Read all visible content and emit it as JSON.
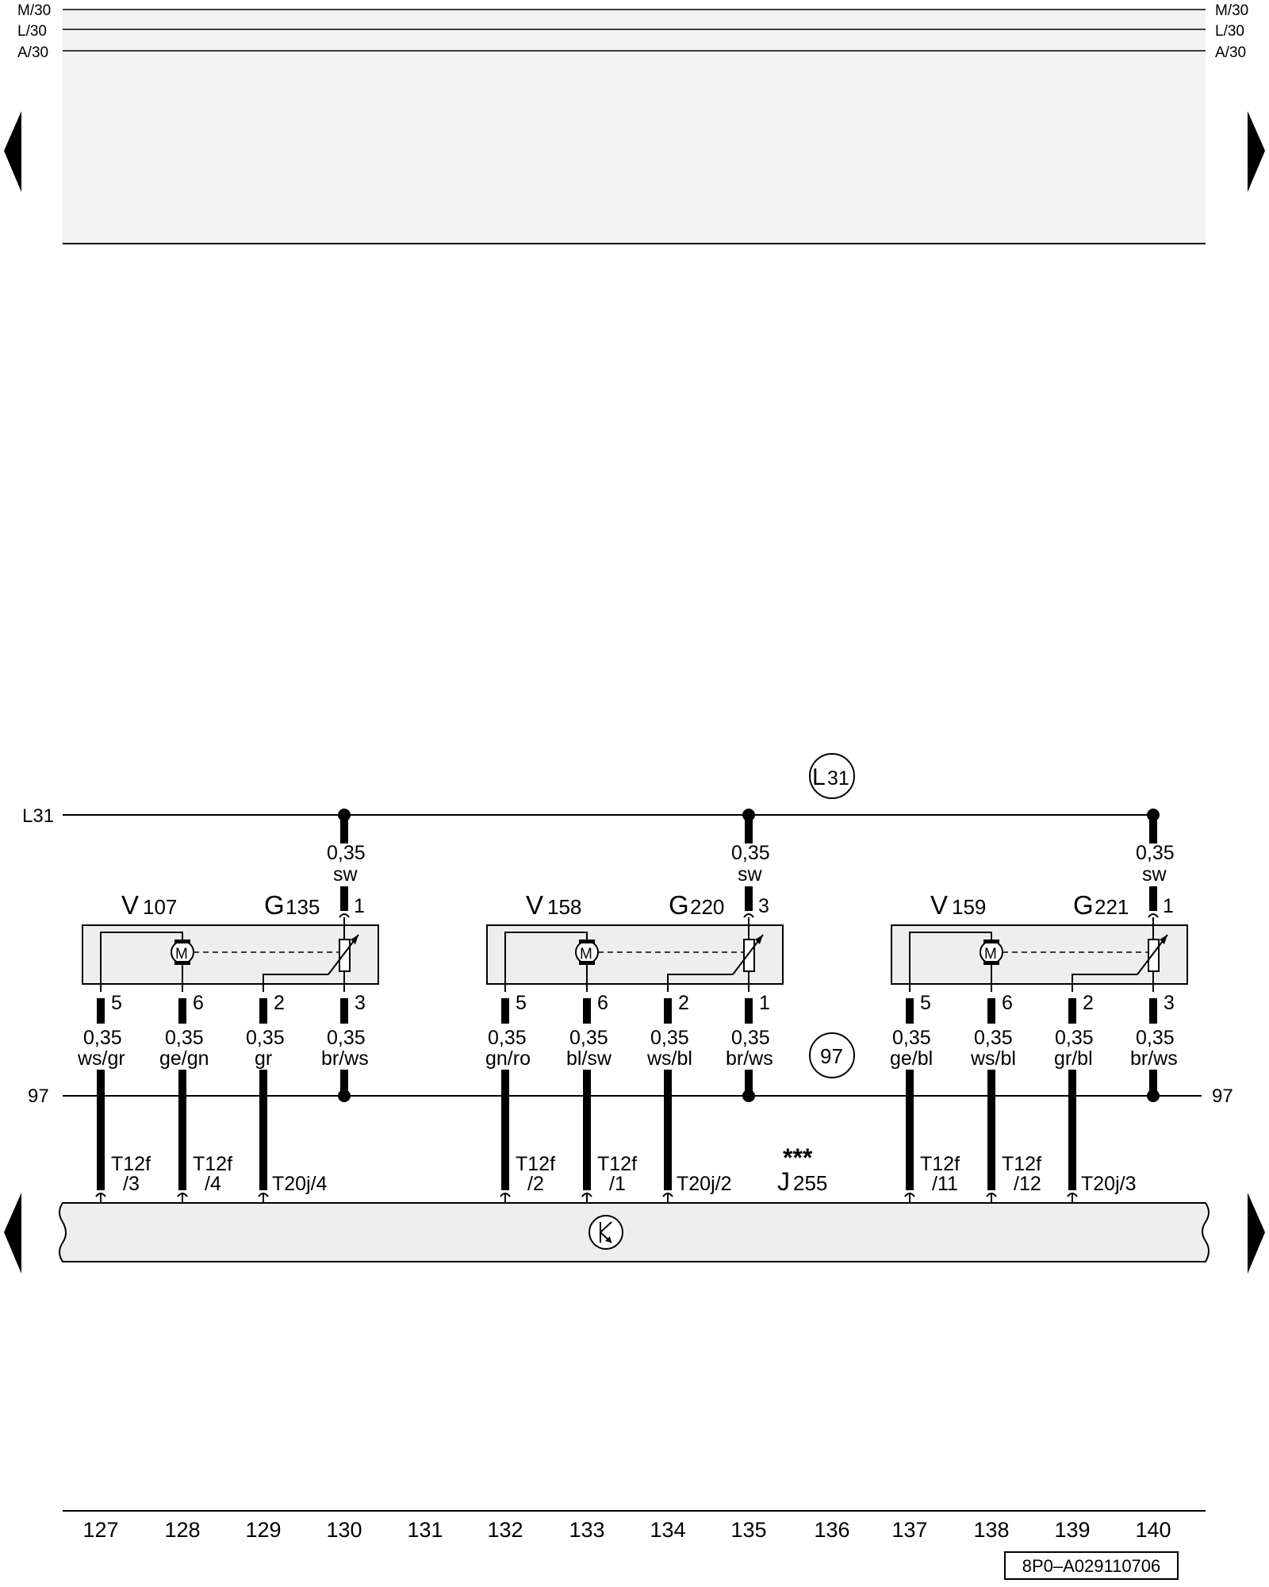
{
  "top_bus": {
    "lines": [
      {
        "name": "M/30"
      },
      {
        "name": "L/30"
      },
      {
        "name": "A/30"
      }
    ]
  },
  "ground": {
    "left_label": "L31",
    "circle_label": {
      "letter": "L",
      "number": "31"
    }
  },
  "connection_97": {
    "left_label": "97",
    "right_label": "97",
    "circle_label": "97"
  },
  "groups": [
    {
      "motor": {
        "letter": "V",
        "number": "107"
      },
      "sensor": {
        "letter": "G",
        "number": "135"
      },
      "ground_wire": {
        "size": "0,35",
        "color": "sw",
        "pin": "1"
      },
      "wires": [
        {
          "pin": "5",
          "size": "0,35",
          "color": "ws/gr",
          "connector": [
            "T12f",
            "/3"
          ]
        },
        {
          "pin": "6",
          "size": "0,35",
          "color": "ge/gn",
          "connector": [
            "T12f",
            "/4"
          ]
        },
        {
          "pin": "2",
          "size": "0,35",
          "color": "gr",
          "connector": [
            "T20j/4"
          ]
        },
        {
          "pin": "3",
          "size": "0,35",
          "color": "br/ws",
          "connector": []
        }
      ]
    },
    {
      "motor": {
        "letter": "V",
        "number": "158"
      },
      "sensor": {
        "letter": "G",
        "number": "220"
      },
      "ground_wire": {
        "size": "0,35",
        "color": "sw",
        "pin": "3"
      },
      "wires": [
        {
          "pin": "5",
          "size": "0,35",
          "color": "gn/ro",
          "connector": [
            "T12f",
            "/2"
          ]
        },
        {
          "pin": "6",
          "size": "0,35",
          "color": "bl/sw",
          "connector": [
            "T12f",
            "/1"
          ]
        },
        {
          "pin": "2",
          "size": "0,35",
          "color": "ws/bl",
          "connector": [
            "T20j/2"
          ]
        },
        {
          "pin": "1",
          "size": "0,35",
          "color": "br/ws",
          "connector": []
        }
      ]
    },
    {
      "motor": {
        "letter": "V",
        "number": "159"
      },
      "sensor": {
        "letter": "G",
        "number": "221"
      },
      "ground_wire": {
        "size": "0,35",
        "color": "sw",
        "pin": "1"
      },
      "wires": [
        {
          "pin": "5",
          "size": "0,35",
          "color": "ge/bl",
          "connector": [
            "T12f",
            "/11"
          ]
        },
        {
          "pin": "6",
          "size": "0,35",
          "color": "ws/bl",
          "connector": [
            "T12f",
            "/12"
          ]
        },
        {
          "pin": "2",
          "size": "0,35",
          "color": "gr/bl",
          "connector": [
            "T20j/3"
          ]
        },
        {
          "pin": "3",
          "size": "0,35",
          "color": "br/ws",
          "connector": []
        }
      ]
    }
  ],
  "control_unit": {
    "stars": "***",
    "letter": "J",
    "number": "255",
    "symbol": "K"
  },
  "motor_symbol": "M",
  "column_numbers": [
    "127",
    "128",
    "129",
    "130",
    "131",
    "132",
    "133",
    "134",
    "135",
    "136",
    "137",
    "138",
    "139",
    "140"
  ],
  "drawing_id": "8P0–A029110706",
  "icons": [
    "left-arrow-icon",
    "right-arrow-icon",
    "motor-icon",
    "potentiometer-icon",
    "ground-point-icon",
    "k-symbol-icon"
  ],
  "colors": {
    "line": "#000000",
    "panel": "#f2f2f2",
    "background": "#ffffff"
  }
}
